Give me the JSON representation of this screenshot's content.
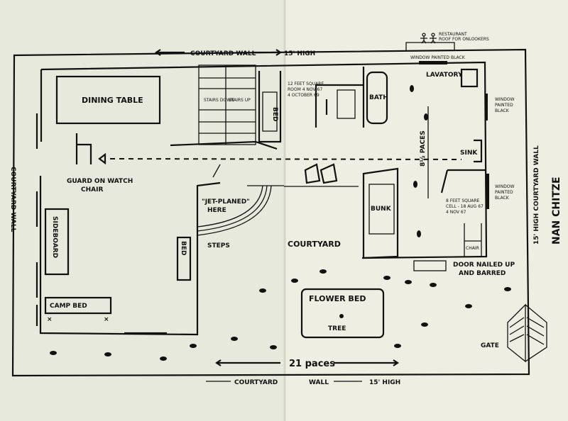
{
  "labels": {
    "courtyard_wall_top": "COURTYARD WALL",
    "height_top": "15' HIGH",
    "restaurant": "RESTAURANT",
    "restaurant_roof": "ROOF FOR ONLOOKERS",
    "window_top": "WINDOW PAINTED BLACK",
    "room_note_1": "12 FEET SQUARE",
    "room_note_2": "ROOM 4 NOV 67",
    "room_note_3": "4 OCTOBER 69",
    "bath": "BATH",
    "lavatory": "LAVATORY",
    "window_right_1": "WINDOW",
    "window_right_1b": "PAINTED",
    "window_right_1c": "BLACK",
    "window_right_2": "WINDOW",
    "window_right_2b": "PAINTED",
    "window_right_2c": "BLACK",
    "sink": "SINK",
    "paces_right": "8½ PACES",
    "cell_note_1": "8 FEET SQUARE",
    "cell_note_2": "CELL - 18 AUG 67",
    "cell_note_3": "4 NOV 67",
    "chair_right": "CHAIR",
    "door_note_1": "DOOR NAILED UP",
    "door_note_2": "AND BARRED",
    "bunk": "BUNK",
    "bed_top": "BED",
    "stairs_down": "STAIRS DOWN",
    "stairs_up": "STAIRS UP",
    "dining_table": "DINING TABLE",
    "guard_1": "GUARD ON WATCH",
    "guard_2": "CHAIR",
    "sideboard": "SIDEBOARD",
    "camp_bed": "CAMP BED",
    "bed_left": "BED",
    "jet_planed_1": "\"JET-PLANED\"",
    "jet_planed_2": "HERE",
    "steps": "STEPS",
    "courtyard": "COURTYARD",
    "flower_bed": "FLOWER BED",
    "tree": "TREE",
    "gate": "GATE",
    "paces_bottom": "21 paces",
    "courtyard_wall_bottom": "COURTYARD",
    "wall_bottom": "WALL",
    "height_bottom": "15' HIGH",
    "left_wall": "COURTYARD WALL",
    "right_wall": "15' HIGH  COURTYARD  WALL",
    "street": "NAN CHITZE"
  }
}
